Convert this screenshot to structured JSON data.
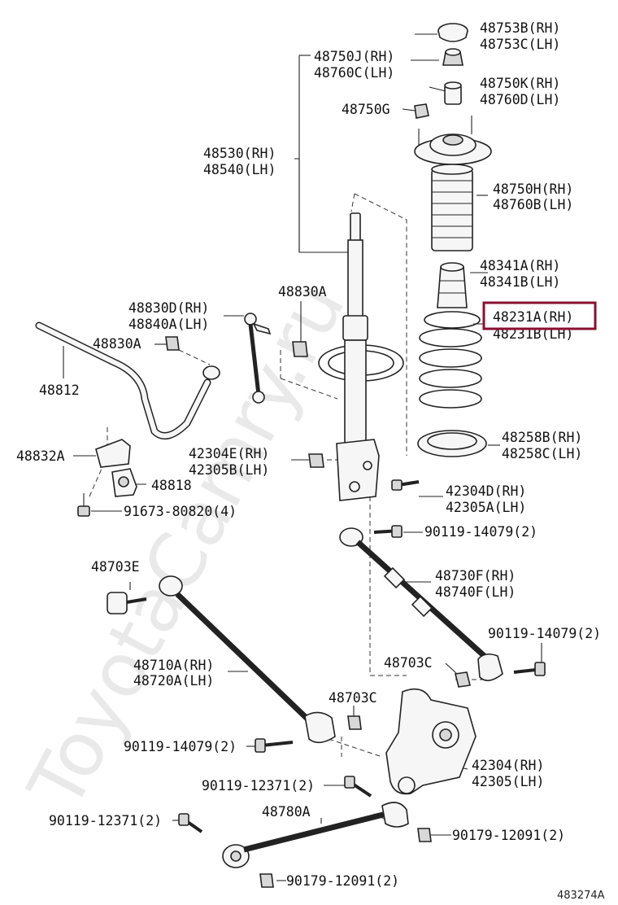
{
  "diagram": {
    "watermark": "ToyotaCamry.ru",
    "figure_code": "483274A",
    "highlight_color": "#8a1030",
    "highlighted_label": "48231A(RH)",
    "labels": {
      "p48753b": "48753B(RH)",
      "p48753c": "48753C(LH)",
      "p48750j": "48750J(RH)",
      "p48760c": "48760C(LH)",
      "p48750k": "48750K(RH)",
      "p48760d": "48760D(LH)",
      "p48750g": "48750G",
      "p48530": "48530(RH)",
      "p48540": "48540(LH)",
      "p48750h": "48750H(RH)",
      "p48760b": "48760B(LH)",
      "p48341a": "48341A(RH)",
      "p48341b": "48341B(LH)",
      "p48830a_top": "48830A",
      "p48830d": "48830D(RH)",
      "p48840a": "48840A(LH)",
      "p48231a": "48231A(RH)",
      "p48231b": "48231B(LH)",
      "p48830a_left": "48830A",
      "p48812": "48812",
      "p48258b": "48258B(RH)",
      "p48258c": "48258C(LH)",
      "p42304e": "42304E(RH)",
      "p42305b": "42305B(LH)",
      "p48832a": "48832A",
      "p48818": "48818",
      "p42304d": "42304D(RH)",
      "p42305a": "42305A(LH)",
      "p91673": "91673-80820(4)",
      "p90119_a": "90119-14079(2)",
      "p48703e": "48703E",
      "p48730f": "48730F(RH)",
      "p48740f": "48740F(LH)",
      "p90119_b": "90119-14079(2)",
      "p48710a": "48710A(RH)",
      "p48720a": "48720A(LH)",
      "p48703c_a": "48703C",
      "p48703c_b": "48703C",
      "p90119_c": "90119-14079(2)",
      "p42304": "42304(RH)",
      "p42305": "42305(LH)",
      "p90119_d": "90119-12371(2)",
      "p48780a": "48780A",
      "p90119_e": "90119-12371(2)",
      "p90179_a": "90179-12091(2)",
      "p90179_b": "90179-12091(2)"
    }
  }
}
